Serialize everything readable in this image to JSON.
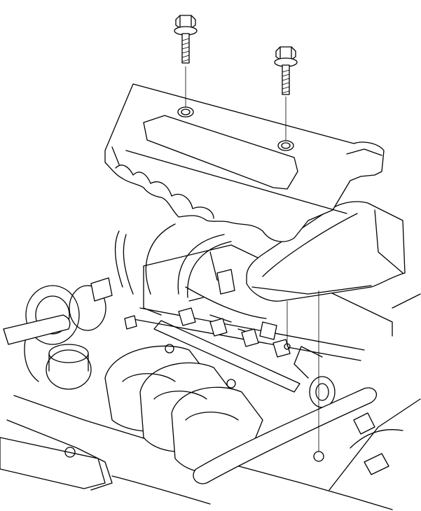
{
  "figure": {
    "type": "exploded-view line illustration",
    "parts": [
      {
        "name": "bolt",
        "count": 2
      },
      {
        "name": "engine-cover"
      },
      {
        "name": "intake-cover"
      },
      {
        "name": "engine-assembly"
      }
    ]
  },
  "colors": {
    "background": "#ffffff",
    "line": "#000000"
  }
}
